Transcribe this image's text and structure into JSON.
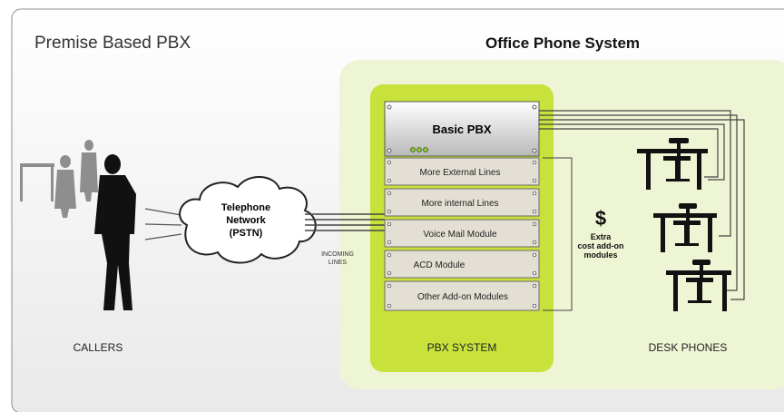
{
  "header": {
    "left_title": "Premise Based PBX",
    "right_title": "Office Phone System"
  },
  "cloud": {
    "line1": "Telephone",
    "line2": "Network",
    "line3": "(PSTN)"
  },
  "incoming": {
    "line1": "INCOMING",
    "line2": "LINES"
  },
  "rack": {
    "base_label": "Basic PBX",
    "modules": [
      "More External Lines",
      "More internal Lines",
      "Voice Mail Module",
      "ACD Module",
      "Other Add-on Modules"
    ]
  },
  "extra": {
    "symbol": "$",
    "line1": "Extra",
    "line2": "cost add-on",
    "line3": "modules"
  },
  "labels": {
    "callers": "CALLERS",
    "pbx_system": "PBX SYSTEM",
    "desk_phones": "DESK PHONES"
  },
  "colors": {
    "light_green": "#eef5d4",
    "bright_green": "#c9e23b",
    "module_fill": "#e3dfd5",
    "line_color": "#444444"
  }
}
